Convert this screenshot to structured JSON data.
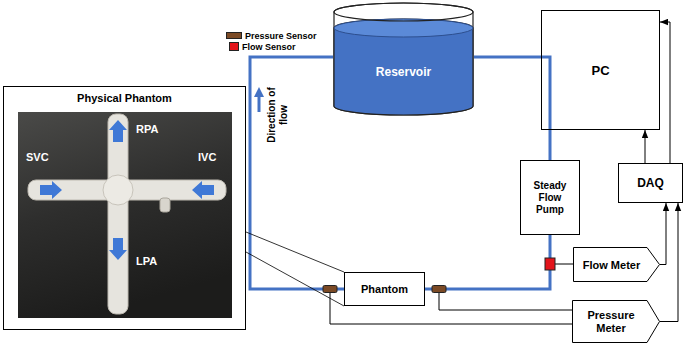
{
  "diagram": {
    "nodes": [
      {
        "text": [
          "Physical Phantom"
        ]
      },
      {
        "text": [
          "Reservoir"
        ]
      },
      {
        "text": [
          "PC"
        ]
      },
      {
        "text": [
          "Steady Flow Pump"
        ]
      },
      {
        "text": [
          "DAQ"
        ]
      },
      {
        "text": [
          "Phantom"
        ]
      },
      {
        "text": [
          "Flow Meter"
        ]
      },
      {
        "text": [
          "Pressure Meter"
        ]
      }
    ],
    "edges": [
      {
        "from": 5,
        "to": 1,
        "arrow": "none"
      },
      {
        "from": 1,
        "to": 3,
        "arrow": "none"
      },
      {
        "from": 3,
        "to": 5,
        "arrow": "none"
      },
      {
        "from": 6,
        "to": 4,
        "arrow": "to"
      },
      {
        "from": 7,
        "to": 4,
        "arrow": "to"
      },
      {
        "from": 4,
        "to": 2,
        "arrow": "to"
      },
      {
        "from": 4,
        "to": 2,
        "arrow": "to"
      },
      {
        "from": 0,
        "to": 5,
        "arrow": "none"
      },
      {
        "from": 0,
        "to": 5,
        "arrow": "none"
      }
    ],
    "labels": [
      "Direction of flow",
      "SVC",
      "IVC",
      "RPA",
      "LPA"
    ],
    "legend": [
      {
        "text": "Pressure Sensor",
        "color": "#7b4a25"
      },
      {
        "text": "Flow Sensor",
        "color": "#e3141b"
      }
    ]
  }
}
